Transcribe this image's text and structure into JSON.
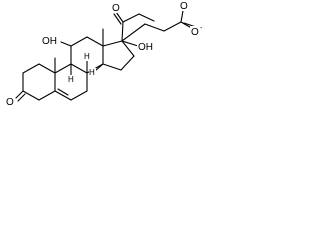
{
  "labels": {
    "ketone_o_ring": "O",
    "ketone_o_chain": "O",
    "oh_11": "OH",
    "oh_17": "OH",
    "carboxylate_o1": "O",
    "carboxylate_o2": "O",
    "charge": "-",
    "h8": "H",
    "h9": "H",
    "h14": "H"
  }
}
